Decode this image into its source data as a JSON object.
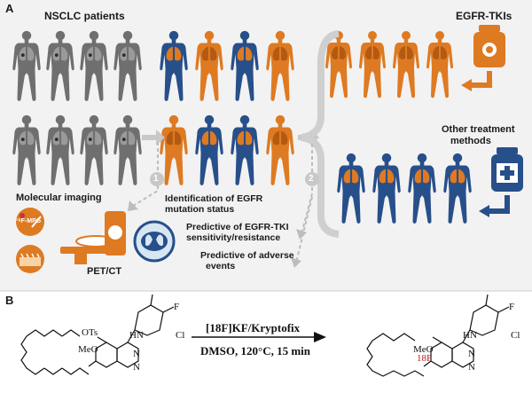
{
  "panels": {
    "a": "A",
    "b": "B"
  },
  "panel_a": {
    "nsclc_patients": "NSCLC patients",
    "egfr_tkis": "EGFR-TKIs",
    "other_treatment": [
      "Other treatment",
      "methods"
    ],
    "molecular_imaging": "Molecular imaging",
    "mpg_label": "¹⁸F-MPG",
    "pet_ct": "PET/CT",
    "step1": "1",
    "step2": "2",
    "outcomes": [
      [
        "Identification of EGFR",
        "mutation status"
      ],
      [
        "Predictive of EGFR-TKI",
        "sensitivity/resistance"
      ],
      [
        "Predictive of adverse",
        "events"
      ]
    ]
  },
  "panel_b": {
    "reagent": "[18F]KF/Kryptofix",
    "conditions": "DMSO, 120°C, 15 min",
    "ots": "OTs",
    "hn": "HN",
    "n_label": "N",
    "f": "F",
    "cl": "Cl",
    "meo": "MeO",
    "f18": "18F"
  },
  "colors": {
    "gray": "#6f6f6f",
    "blue": "#274f8a",
    "orange": "#de7a22",
    "lung": "#e49a4a",
    "arrow": "#c8c8c8",
    "tumor": "#c0392b"
  }
}
